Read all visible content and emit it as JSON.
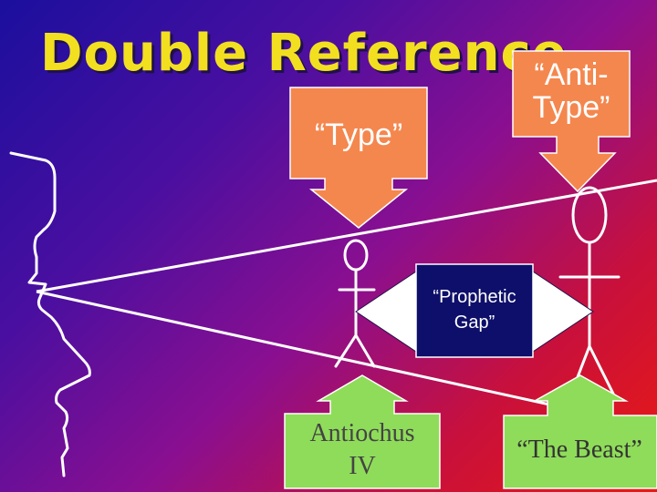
{
  "title": "Double Reference",
  "labels": {
    "type": "“Type”",
    "anti_type": "“Anti-\nType”",
    "prophetic_gap": "“Prophetic\nGap”",
    "antiochus": "Antiochus\nIV",
    "the_beast": "“The Beast”"
  },
  "colors": {
    "title": "#f2e020",
    "callout_orange": "#f4874e",
    "callout_green": "#8fdc5a",
    "gap_box": "#0e0f6a"
  }
}
